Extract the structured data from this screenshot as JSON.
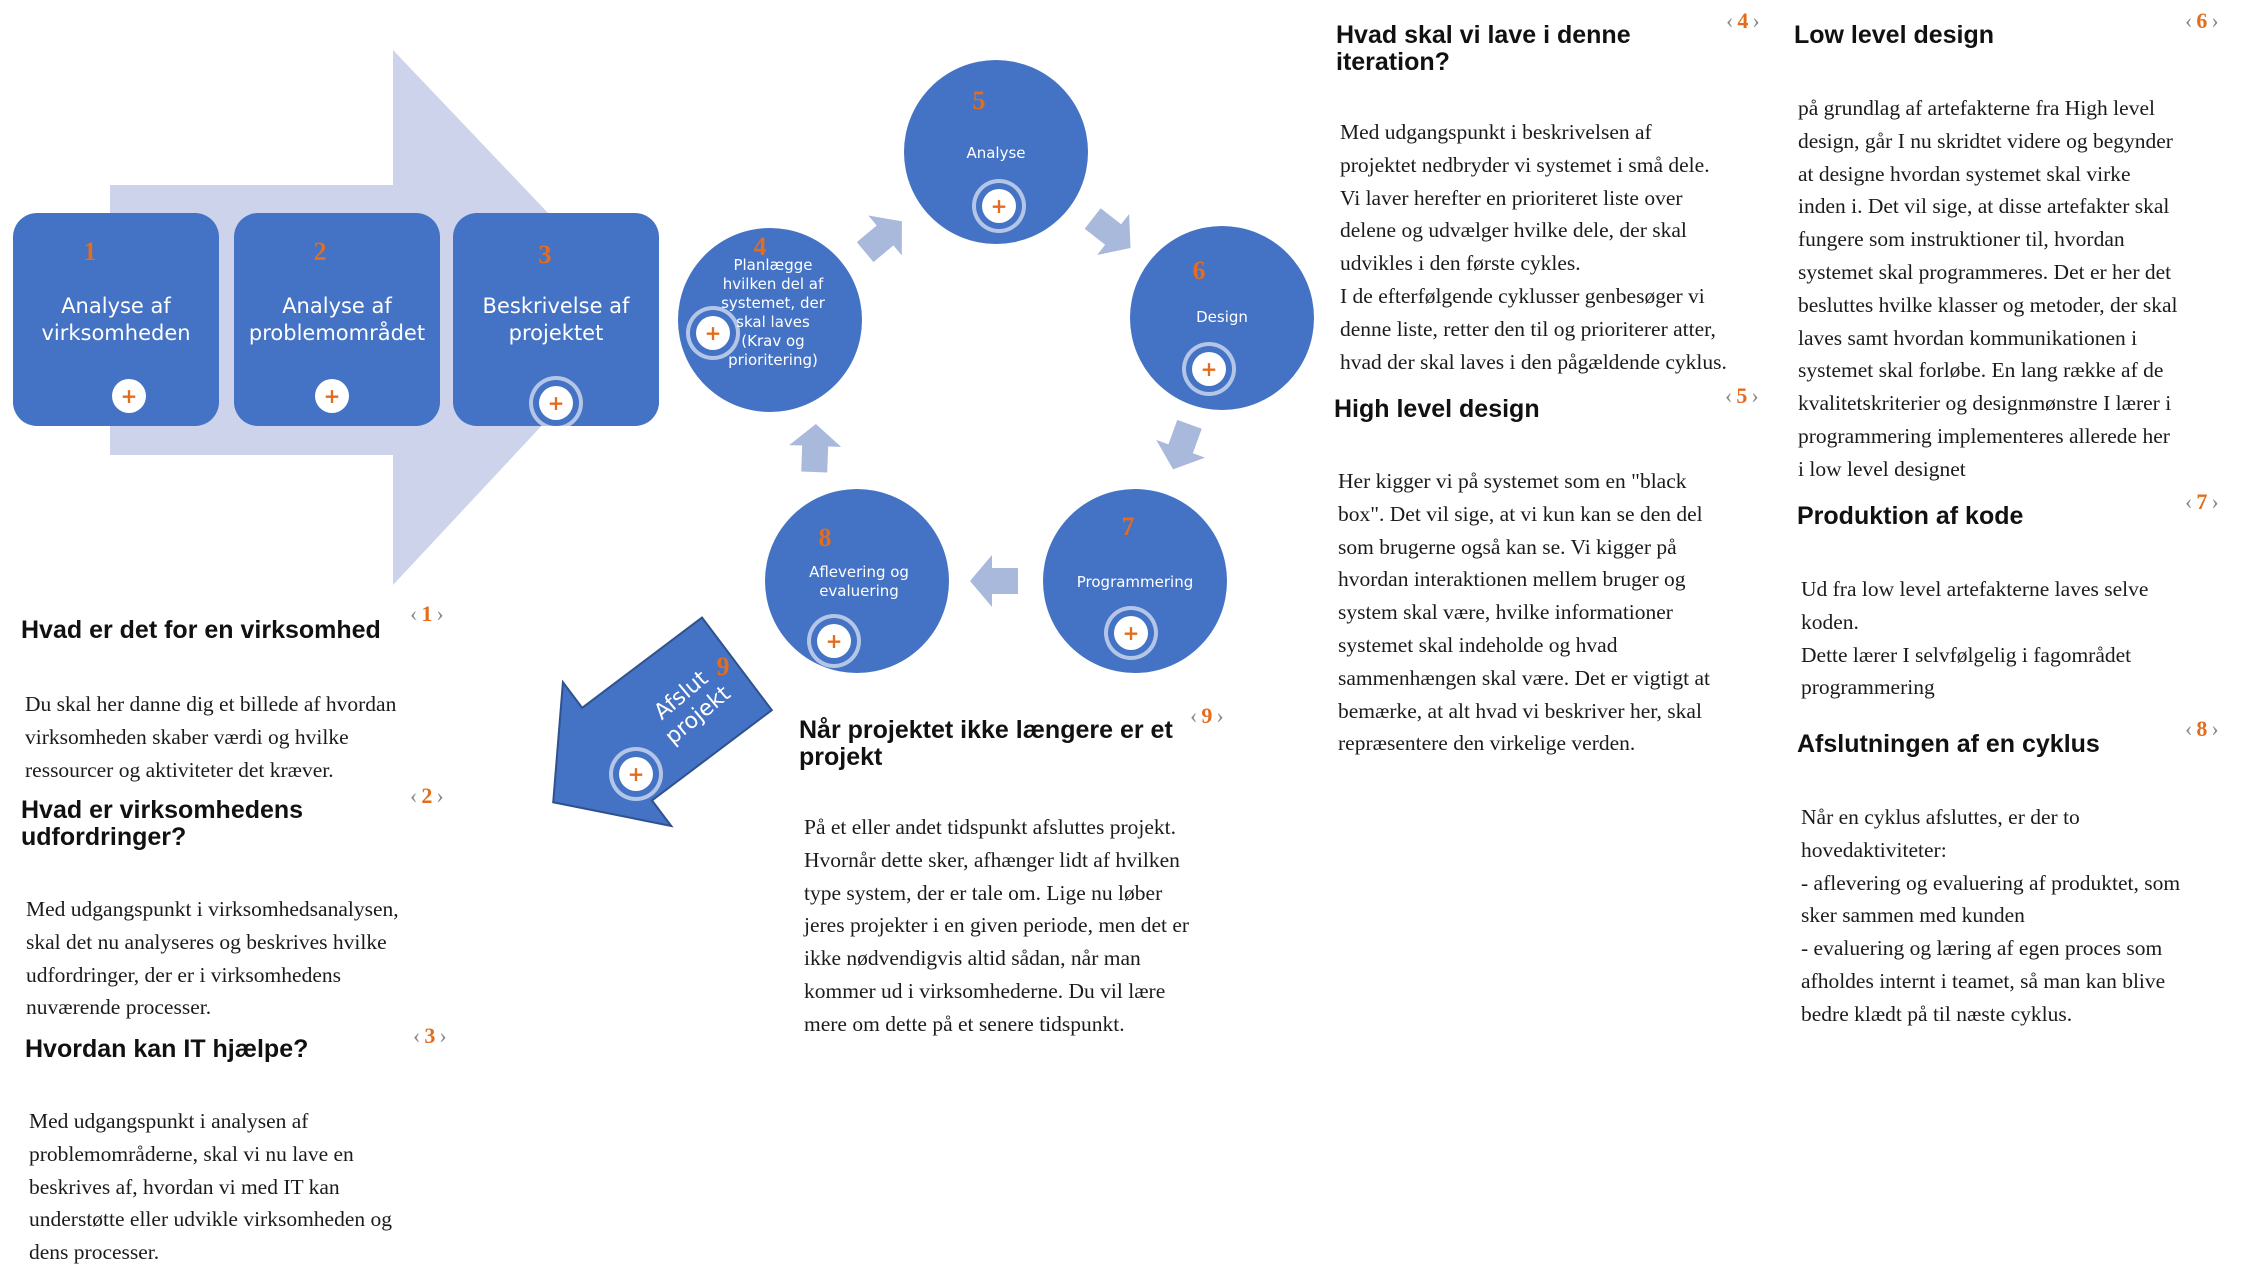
{
  "colors": {
    "box": "#4472c4",
    "big_arrow": "#cdd3ea",
    "small_arrow": "#a9b9dc",
    "accent": "#e46c1d"
  },
  "icons": {
    "expand": "plus-icon",
    "nav_prev": "chevron-left-icon",
    "nav_next": "chevron-right-icon"
  },
  "plus_symbol": "+",
  "steps": [
    {
      "num": "1",
      "label": "Analyse af virksomheden"
    },
    {
      "num": "2",
      "label": "Analyse af problemområdet"
    },
    {
      "num": "3",
      "label": "Beskrivelse af projektet"
    }
  ],
  "cycle": [
    {
      "num": "4",
      "label": "Planlægge hvilken del af systemet, der skal laves (Krav og prioritering)"
    },
    {
      "num": "5",
      "label": "Analyse"
    },
    {
      "num": "6",
      "label": "Design"
    },
    {
      "num": "7",
      "label": "Programmering"
    },
    {
      "num": "8",
      "label": "Aflevering og evaluering"
    }
  ],
  "exit": {
    "num": "9",
    "label": "Afslut projekt"
  },
  "panels": [
    {
      "num": "1",
      "title": "Hvad er det for en virksomhed",
      "body": "Du skal her danne dig et billede af hvordan\nvirksomheden skaber værdi og hvilke\nressourcer og aktiviteter det kræver."
    },
    {
      "num": "2",
      "title": "Hvad er virksomhedens udfordringer?",
      "body": "Med udgangspunkt i virksomhedsanalysen,\nskal det nu analyseres og beskrives hvilke\nudfordringer, der er i virksomhedens\nnuværende processer."
    },
    {
      "num": "3",
      "title": "Hvordan kan IT hjælpe?",
      "body": "Med udgangspunkt i analysen af\nproblemområderne, skal vi nu lave en\nbeskrives af, hvordan vi med IT kan\nunderstøtte eller udvikle virksomheden og\ndens processer."
    },
    {
      "num": "9",
      "title": "Når projektet ikke længere er et projekt",
      "body": "På et eller andet tidspunkt afsluttes projekt.\nHvornår dette sker, afhænger lidt af hvilken\ntype system, der er tale om. Lige nu løber\njeres projekter i en given periode, men det er\nikke nødvendigvis altid sådan, når man\nkommer ud i virksomhederne. Du vil lære\nmere om dette på et senere tidspunkt."
    },
    {
      "num": "4",
      "title": "Hvad skal vi lave i denne iteration?",
      "body": "Med udgangspunkt i beskrivelsen af\nprojektet nedbryder vi systemet i små dele.\nVi laver herefter en prioriteret liste over\ndelene og udvælger hvilke dele, der skal\nudvikles i den første cykles.\nI de efterfølgende cyklusser genbesøger vi\ndenne liste, retter den til og prioriterer atter,\nhvad der skal laves i den pågældende cyklus."
    },
    {
      "num": "5",
      "title": "High level design",
      "body": "Her kigger vi på systemet som en \"black\nbox\". Det vil sige, at vi kun kan se den del\nsom brugerne også kan se. Vi kigger på\nhvordan interaktionen mellem bruger og\nsystem skal være, hvilke informationer\nsystemet skal indeholde og hvad\nsammenhængen skal være. Det er vigtigt at\nbemærke, at alt hvad vi beskriver her, skal\nrepræsentere den virkelige verden."
    },
    {
      "num": "6",
      "title": "Low level design",
      "body": "på grundlag af artefakterne fra High level\ndesign, går I nu skridtet videre og begynder\nat designe hvordan systemet skal virke\ninden i. Det vil sige, at disse artefakter skal\nfungere som instruktioner til, hvordan\nsystemet skal programmeres.  Det er her det\nbesluttes hvilke klasser og metoder, der skal\nlaves samt hvordan kommunikationen i\nsystemet skal forløbe. En lang række af de\nkvalitetskriterier og designmønstre I lærer i\nprogrammering implementeres allerede her\ni low level designet"
    },
    {
      "num": "7",
      "title": "Produktion af kode",
      "body": "Ud fra low level artefakterne laves selve\nkoden.\nDette lærer I selvfølgelig i fagområdet\nprogrammering"
    },
    {
      "num": "8",
      "title": "Afslutningen af en cyklus",
      "body": "Når en cyklus afsluttes, er der to\nhovedaktiviteter:\n- aflevering og evaluering af produktet, som\nsker sammen med kunden\n- evaluering og læring af egen proces som\nafholdes internt i teamet, så man kan blive\nbedre klædt på til næste cyklus."
    }
  ]
}
